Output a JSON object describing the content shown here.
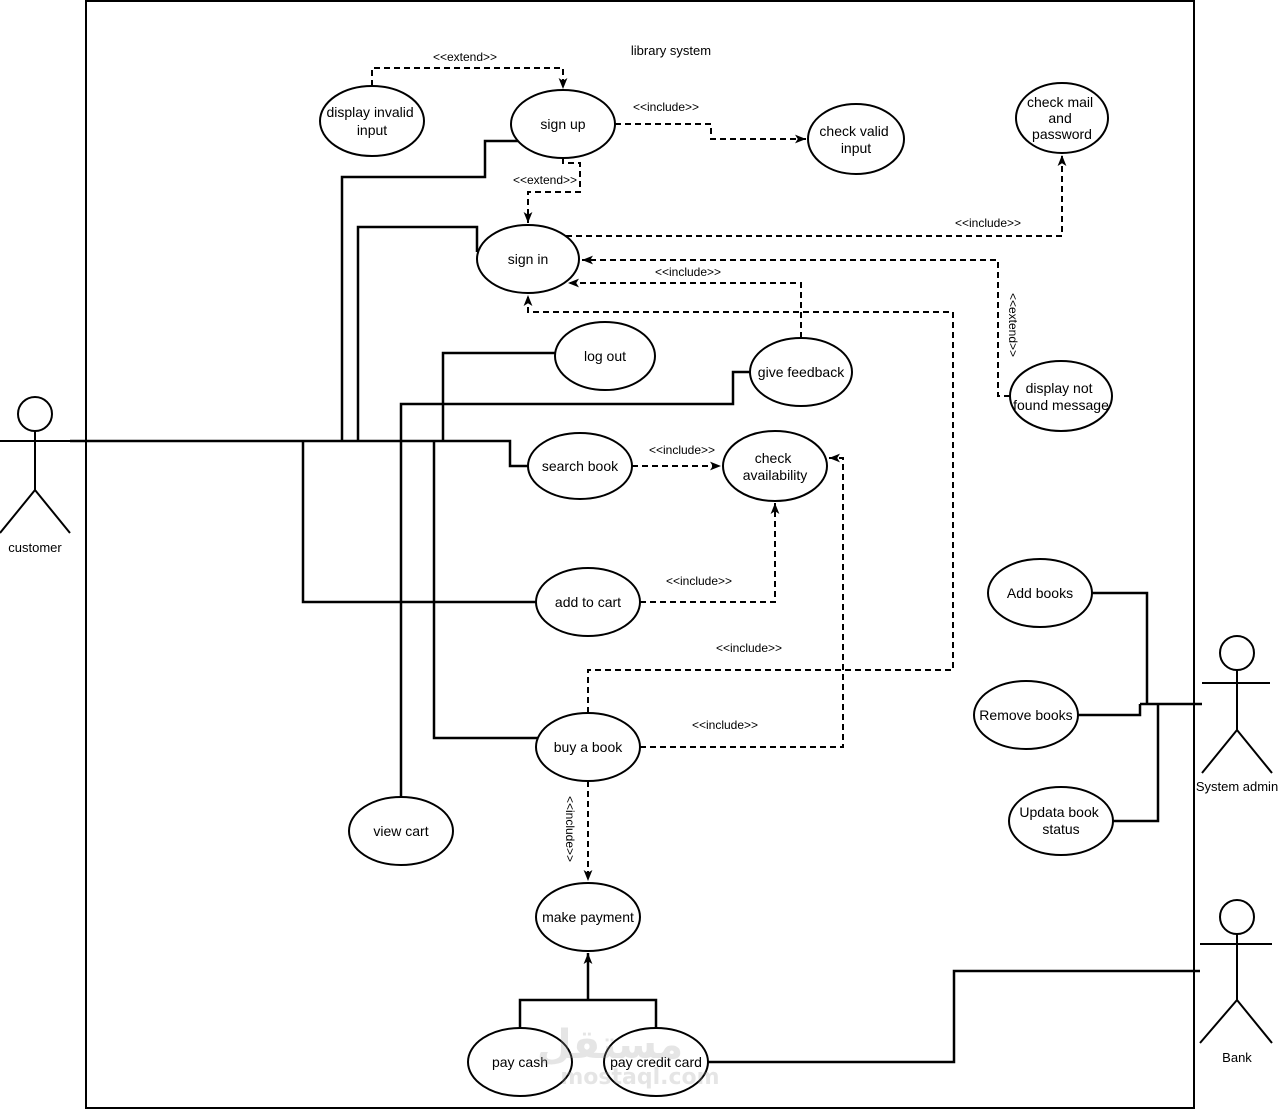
{
  "system": {
    "title": "library system"
  },
  "actors": {
    "customer": "customer",
    "system_admin": "System admin",
    "bank": "Bank"
  },
  "use_cases": {
    "display_invalid_input": [
      "display invalid",
      "input"
    ],
    "sign_up": [
      "sign up"
    ],
    "check_valid_input": [
      "check valid",
      "input"
    ],
    "check_mail_password": [
      "check mail",
      "and",
      "password"
    ],
    "sign_in": [
      "sign in"
    ],
    "log_out": [
      "log out"
    ],
    "give_feedback": [
      "give feedback"
    ],
    "display_not_found": [
      "display not",
      "found message"
    ],
    "search_book": [
      "search book"
    ],
    "check_availability": [
      "check",
      "availability"
    ],
    "add_books": [
      "Add books"
    ],
    "add_to_cart": [
      "add to cart"
    ],
    "remove_books": [
      "Remove books"
    ],
    "buy_a_book": [
      "buy a book"
    ],
    "update_book_status": [
      "Updata book",
      "status"
    ],
    "view_cart": [
      "view cart"
    ],
    "make_payment": [
      "make payment"
    ],
    "pay_cash": [
      "pay cash"
    ],
    "pay_credit_card": [
      "pay credit card"
    ]
  },
  "relations": {
    "invalid_extends_signup": "<<extend>>",
    "signup_includes_valid": "<<include>>",
    "signup_extends_signin": "<<extend>>",
    "signin_includes_mail": "<<include>>",
    "notfound_extends_signin": "<<extend>>",
    "feedback_includes_signin": "<<include>>",
    "buy_includes_signin": "<<include>>",
    "search_includes_availability": "<<include>>",
    "cart_includes_availability": "<<include>>",
    "buy_includes_availability": "<<include>>",
    "buy_includes_payment": "<<include>>"
  },
  "watermark": [
    "مستقل",
    "mostaql.com"
  ]
}
